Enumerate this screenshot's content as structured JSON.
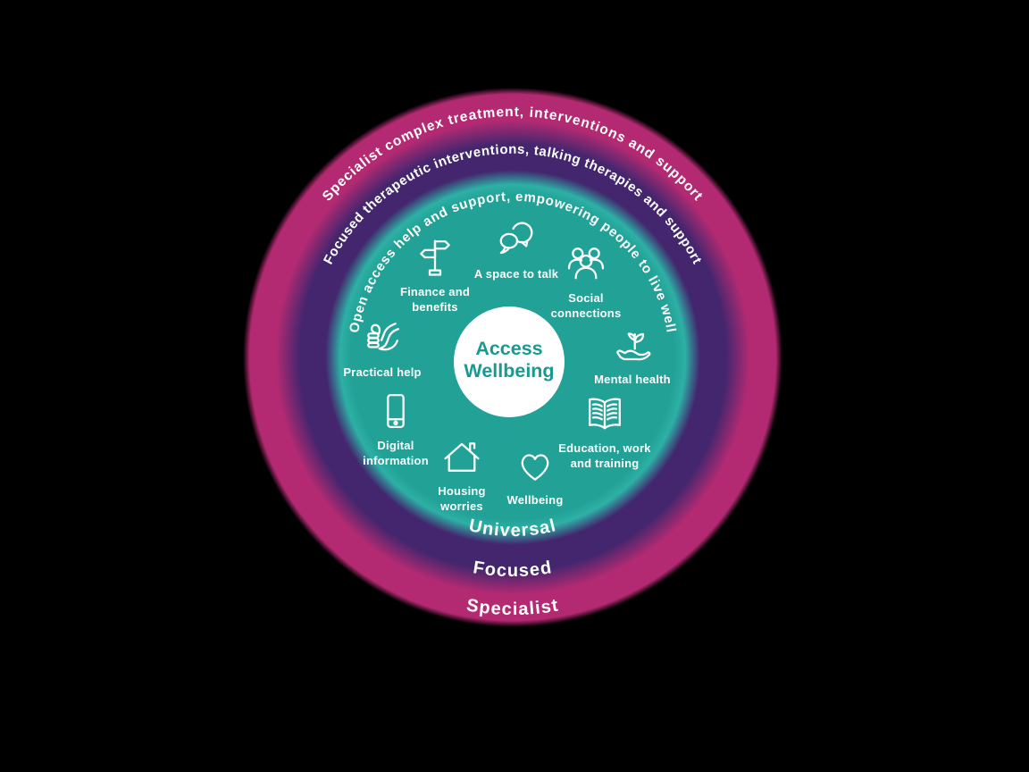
{
  "diagram": {
    "center_circle": {
      "line1": "Access",
      "line2": "Wellbeing",
      "text_color": "#189a90",
      "bg_color": "#ffffff"
    },
    "tiers": [
      {
        "band_label": "Universal",
        "arc_text": "Open access help and support, empowering people to live well",
        "color": "#22a197"
      },
      {
        "band_label": "Focused",
        "arc_text": "Focused therapeutic interventions, talking therapies and support",
        "color": "#43266e"
      },
      {
        "band_label": "Specialist",
        "arc_text": "Specialist complex treatment, interventions and support",
        "color": "#b42a72"
      }
    ],
    "services": [
      {
        "icon": "signpost-icon",
        "label": "Finance and\nbenefits"
      },
      {
        "icon": "speech-bubbles-icon",
        "label": "A space to talk"
      },
      {
        "icon": "people-group-icon",
        "label": "Social\nconnections"
      },
      {
        "icon": "plant-in-hand-icon",
        "label": "Mental health"
      },
      {
        "icon": "open-book-icon",
        "label": "Education, work\nand training"
      },
      {
        "icon": "heart-icon",
        "label": "Wellbeing"
      },
      {
        "icon": "house-icon",
        "label": "Housing\nworries"
      },
      {
        "icon": "smartphone-icon",
        "label": "Digital\ninformation"
      },
      {
        "icon": "helping-hand-icon",
        "label": "Practical help"
      }
    ]
  }
}
